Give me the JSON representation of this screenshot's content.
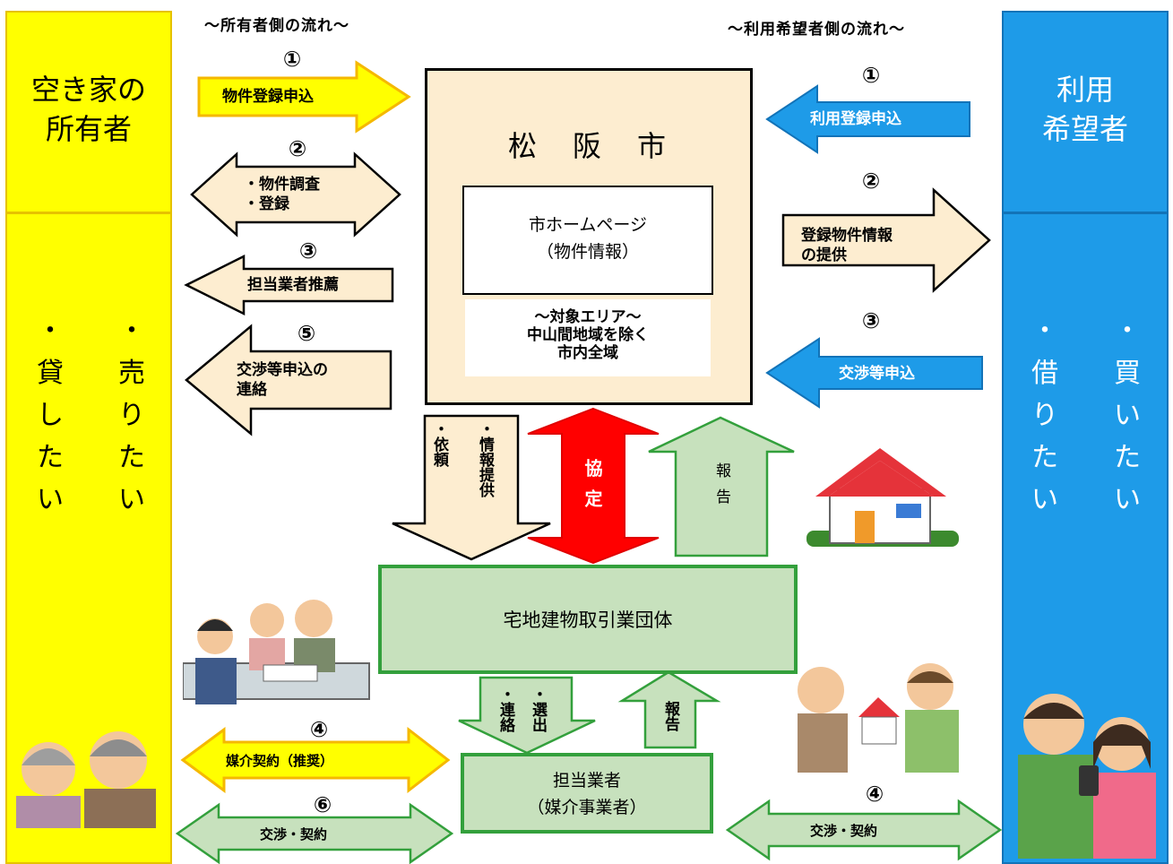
{
  "header": {
    "owner_flow": "～所有者側の流れ～",
    "user_flow": "～利用希望者側の流れ～"
  },
  "left_column": {
    "title_line1": "空き家の",
    "title_line2": "所有者",
    "col_sell": [
      "・",
      "売",
      "り",
      "た",
      "い"
    ],
    "col_rent": [
      "・",
      "貸",
      "し",
      "た",
      "い"
    ]
  },
  "right_column": {
    "title_line1": "利用",
    "title_line2": "希望者",
    "col_buy": [
      "・",
      "買",
      "い",
      "た",
      "い"
    ],
    "col_borrow": [
      "・",
      "借",
      "り",
      "た",
      "い"
    ]
  },
  "city": {
    "name": "松　阪　市",
    "hp_line1": "市ホームページ",
    "hp_line2": "（物件情報）",
    "area_title": "～対象エリア～",
    "area_line1": "中山間地域を除く",
    "area_line2": "市内全域"
  },
  "owner_steps": {
    "s1_num": "①",
    "s1_label": "物件登録申込",
    "s2_num": "②",
    "s2_line1": "・物件調査",
    "s2_line2": "・登録",
    "s3_num": "③",
    "s3_label": "担当業者推薦",
    "s5_num": "⑤",
    "s5_line1": "交渉等申込の",
    "s5_line2": "連絡",
    "s4_num": "④",
    "s4_label": "媒介契約（推奨）",
    "s6_num": "⑥",
    "s6_label": "交渉・契約"
  },
  "user_steps": {
    "s1_num": "①",
    "s1_label": "利用登録申込",
    "s2_num": "②",
    "s2_line1": "登録物件情報",
    "s2_line2": "の提供",
    "s3_num": "③",
    "s3_label": "交渉等申込",
    "s4_num": "④",
    "s4_label": "交渉・契約"
  },
  "center": {
    "request_label": "・依頼",
    "info_label": "・情報提供",
    "agreement_label": "協定",
    "report_label": "報告",
    "association": "宅地建物取引業団体",
    "select_label": "・選出",
    "contact_label": "・連絡",
    "report2_label": "報告",
    "agent_line1": "担当業者",
    "agent_line2": "（媒介事業者）"
  },
  "colors": {
    "yellow": "#ffff00",
    "blue": "#1e9be8",
    "beige": "#fdedd0",
    "green_fill": "#c7e1bd",
    "green_border": "#33a03c",
    "red": "#ff0000"
  },
  "icons": [
    "meeting-illustration",
    "elderly-couple-illustration",
    "house-illustration",
    "handover-house-illustration",
    "young-couple-smartphone-illustration"
  ]
}
